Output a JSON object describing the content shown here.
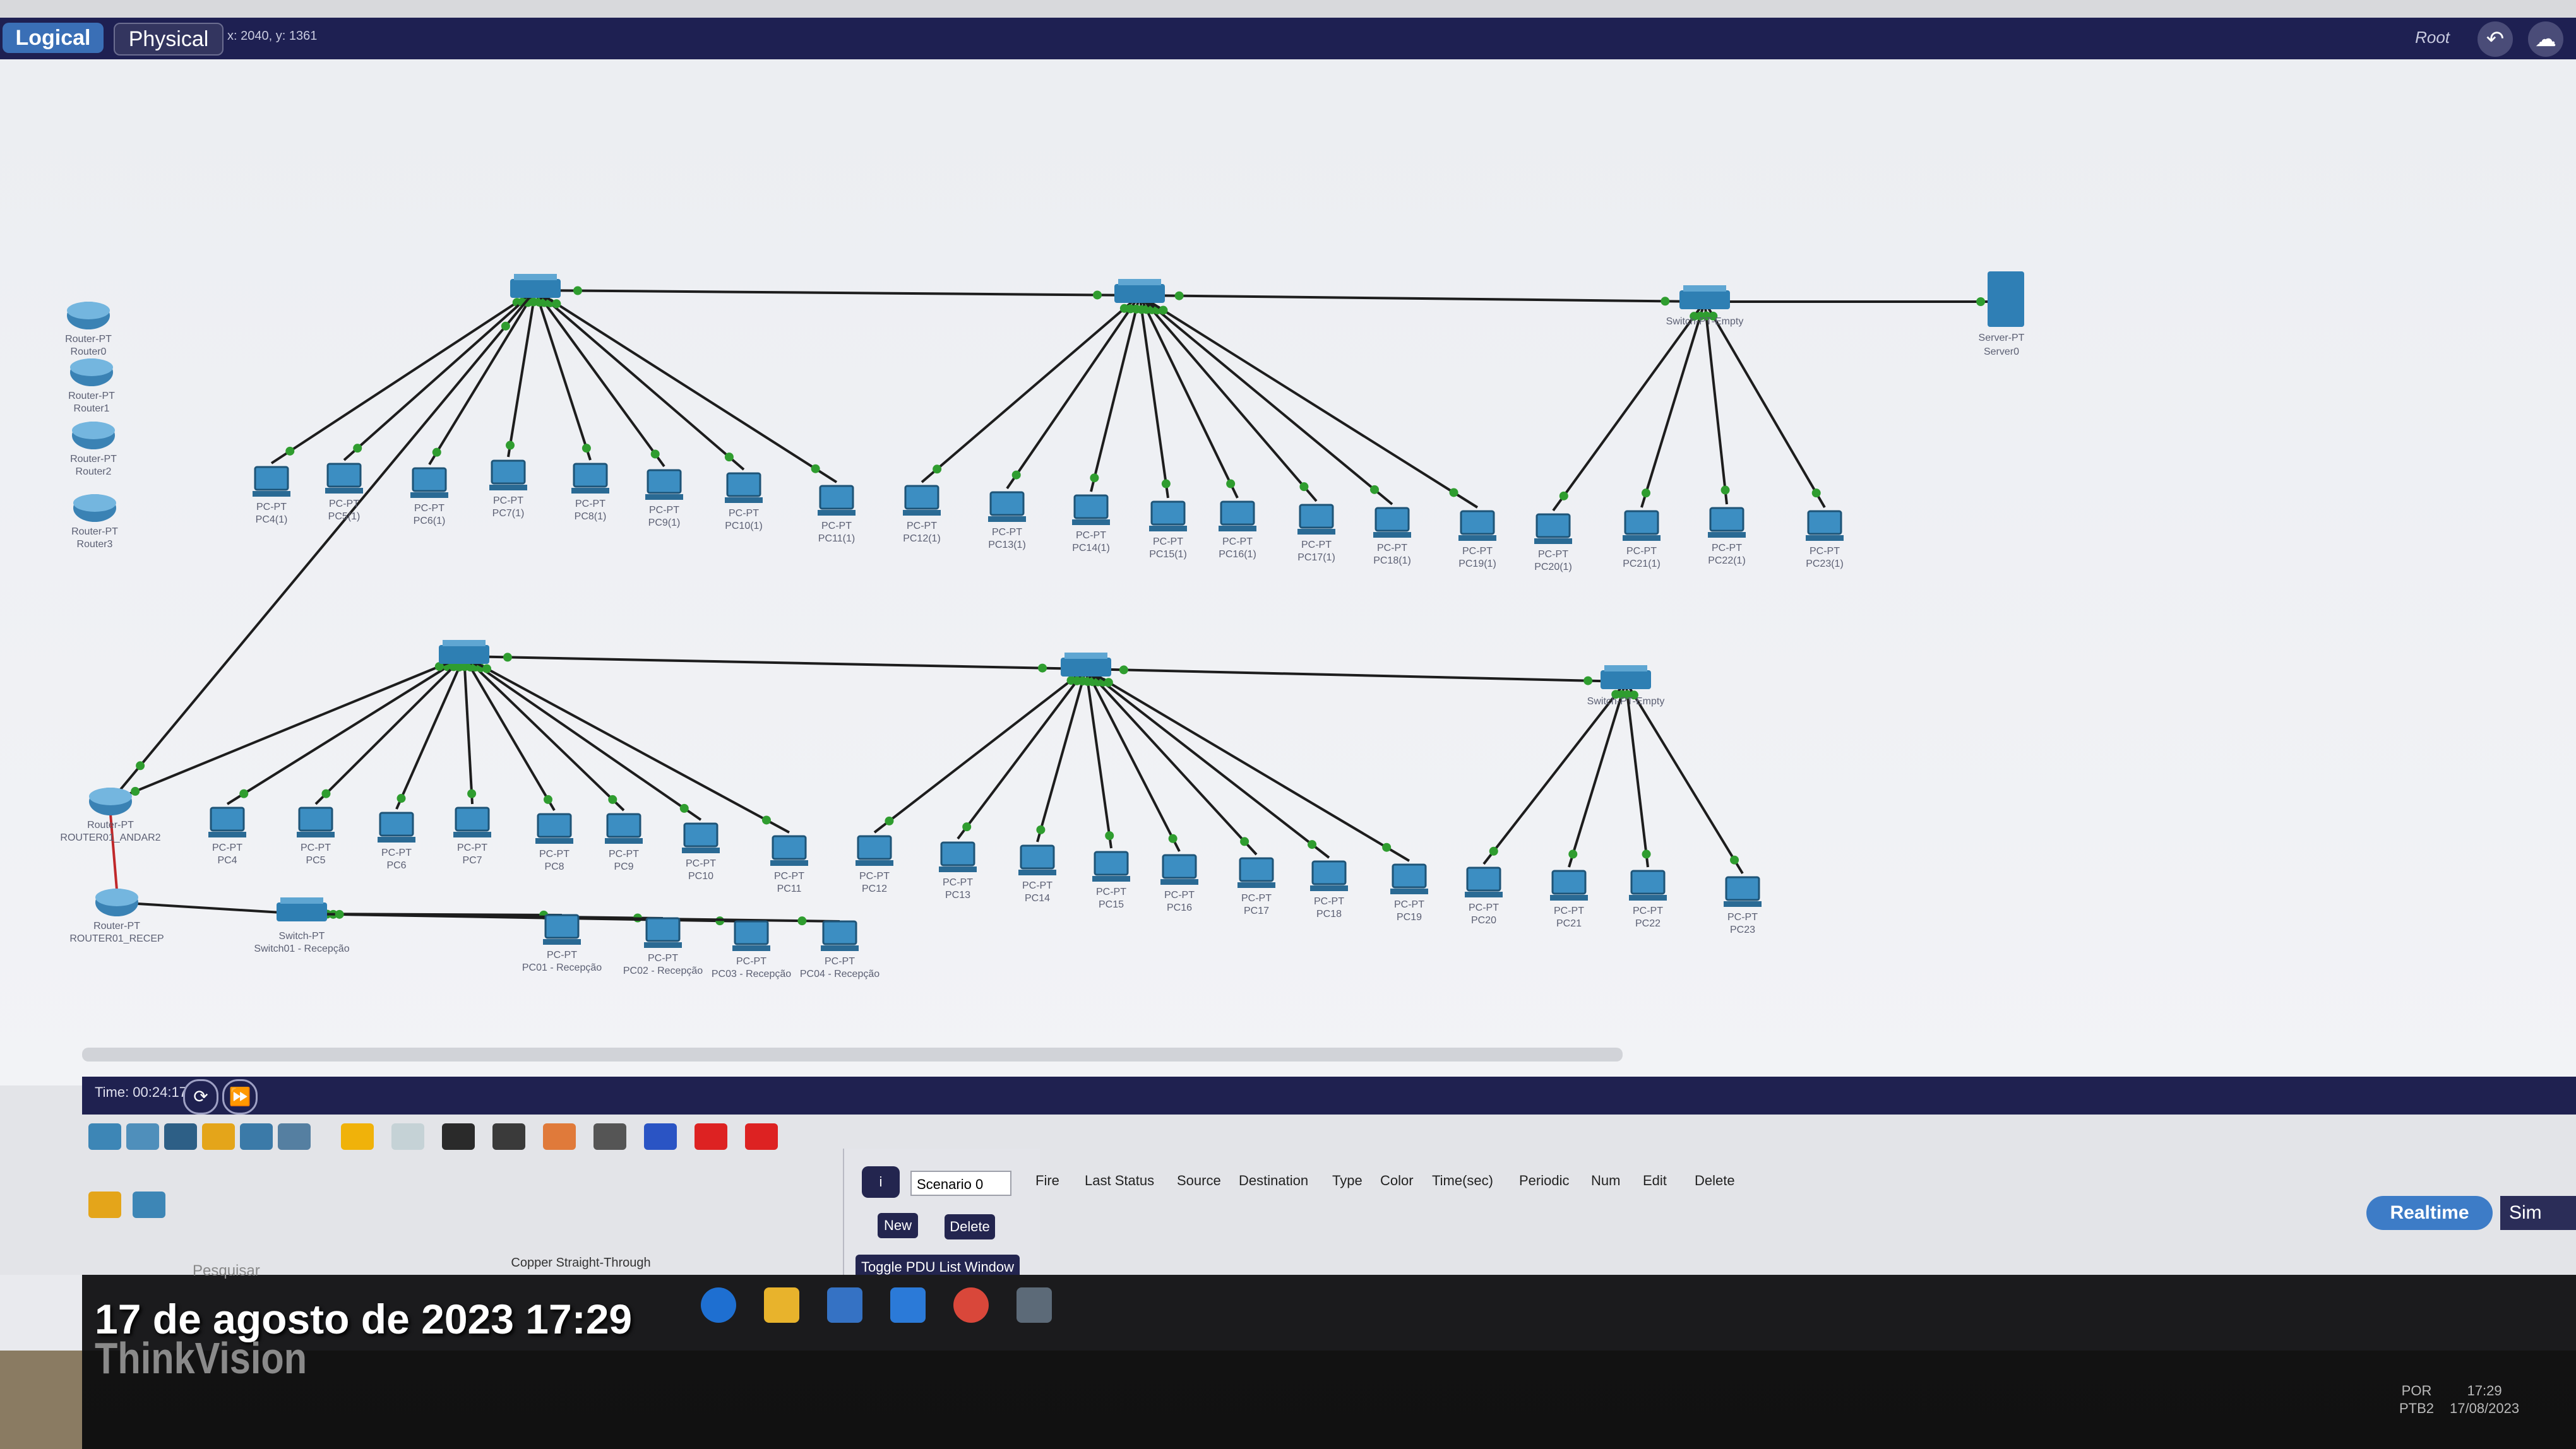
{
  "toolbar": {
    "logical_label": "Logical",
    "physical_label": "Physical",
    "coords": "x: 2040, y: 1361",
    "root_label": "Root"
  },
  "sim": {
    "time_label": "Time: 00:24:17",
    "scenario_value": "Scenario 0",
    "new_label": "New",
    "delete_label": "Delete",
    "toggle_label": "Toggle PDU List Window",
    "cable_label": "Copper Straight-Through",
    "realtime_label": "Realtime",
    "simulation_label": "Sim",
    "pdu_columns": [
      "Fire",
      "Last Status",
      "Source",
      "Destination",
      "Type",
      "Color",
      "Time(sec)",
      "Periodic",
      "Num",
      "Edit",
      "Delete"
    ]
  },
  "taskbar": {
    "search_placeholder": "Pesquisar",
    "lang": "POR",
    "lang2": "PTB2",
    "clock_time": "17:29",
    "clock_date": "17/08/2023"
  },
  "overlay": {
    "timestamp": "17 de agosto de 2023 17:29",
    "brand": "ThinkVision"
  },
  "network": {
    "row1_pcs": [
      {
        "type": "PC-PT",
        "name": "PC4(1)"
      },
      {
        "type": "PC-PT",
        "name": "PC5(1)"
      },
      {
        "type": "PC-PT",
        "name": "PC6(1)"
      },
      {
        "type": "PC-PT",
        "name": "PC7(1)"
      },
      {
        "type": "PC-PT",
        "name": "PC8(1)"
      },
      {
        "type": "PC-PT",
        "name": "PC9(1)"
      },
      {
        "type": "PC-PT",
        "name": "PC10(1)"
      },
      {
        "type": "PC-PT",
        "name": "PC11(1)"
      },
      {
        "type": "PC-PT",
        "name": "PC12(1)"
      },
      {
        "type": "PC-PT",
        "name": "PC13(1)"
      },
      {
        "type": "PC-PT",
        "name": "PC14(1)"
      },
      {
        "type": "PC-PT",
        "name": "PC15(1)"
      },
      {
        "type": "PC-PT",
        "name": "PC16(1)"
      },
      {
        "type": "PC-PT",
        "name": "PC17(1)"
      },
      {
        "type": "PC-PT",
        "name": "PC18(1)"
      },
      {
        "type": "PC-PT",
        "name": "PC19(1)"
      },
      {
        "type": "PC-PT",
        "name": "PC20(1)"
      },
      {
        "type": "PC-PT",
        "name": "PC21(1)"
      },
      {
        "type": "PC-PT",
        "name": "PC22(1)"
      },
      {
        "type": "PC-PT",
        "name": "PC23(1)"
      }
    ],
    "row2_pcs": [
      {
        "type": "PC-PT",
        "name": "PC4"
      },
      {
        "type": "PC-PT",
        "name": "PC5"
      },
      {
        "type": "PC-PT",
        "name": "PC6"
      },
      {
        "type": "PC-PT",
        "name": "PC7"
      },
      {
        "type": "PC-PT",
        "name": "PC8"
      },
      {
        "type": "PC-PT",
        "name": "PC9"
      },
      {
        "type": "PC-PT",
        "name": "PC10"
      },
      {
        "type": "PC-PT",
        "name": "PC11"
      },
      {
        "type": "PC-PT",
        "name": "PC12"
      },
      {
        "type": "PC-PT",
        "name": "PC13"
      },
      {
        "type": "PC-PT",
        "name": "PC14"
      },
      {
        "type": "PC-PT",
        "name": "PC15"
      },
      {
        "type": "PC-PT",
        "name": "PC16"
      },
      {
        "type": "PC-PT",
        "name": "PC17"
      },
      {
        "type": "PC-PT",
        "name": "PC18"
      },
      {
        "type": "PC-PT",
        "name": "PC19"
      },
      {
        "type": "PC-PT",
        "name": "PC20"
      },
      {
        "type": "PC-PT",
        "name": "PC21"
      },
      {
        "type": "PC-PT",
        "name": "PC22"
      },
      {
        "type": "PC-PT",
        "name": "PC23"
      }
    ],
    "reception_pcs": [
      {
        "type": "PC-PT",
        "name": "PC01 - Recepção"
      },
      {
        "type": "PC-PT",
        "name": "PC02 - Recepção"
      },
      {
        "type": "PC-PT",
        "name": "PC03 - Recepção"
      },
      {
        "type": "PC-PT",
        "name": "PC04 - Recepção"
      }
    ],
    "server": {
      "type": "Server-PT",
      "name": "Server0"
    },
    "switch_reception": {
      "type": "Switch-PT",
      "name": "Switch01 - Recepção"
    },
    "routers_left": [
      {
        "type": "Router-PT",
        "name": "Router0"
      },
      {
        "type": "Router-PT",
        "name": "Router1"
      },
      {
        "type": "Router-PT",
        "name": "Router2"
      },
      {
        "type": "Router-PT",
        "name": "Router3"
      }
    ],
    "router_main": {
      "type": "Router-PT",
      "name": "ROUTER01_ANDAR2"
    },
    "router_reception": {
      "type": "Router-PT",
      "name": "ROUTER01_RECEP"
    },
    "empty_switch_label": "Switch-PT-Empty"
  },
  "colors": {
    "link": "#1d1d1d",
    "link_light": "#2f9d2f",
    "device_blue": "#2e7fb3",
    "header_navy": "#1e2052"
  }
}
